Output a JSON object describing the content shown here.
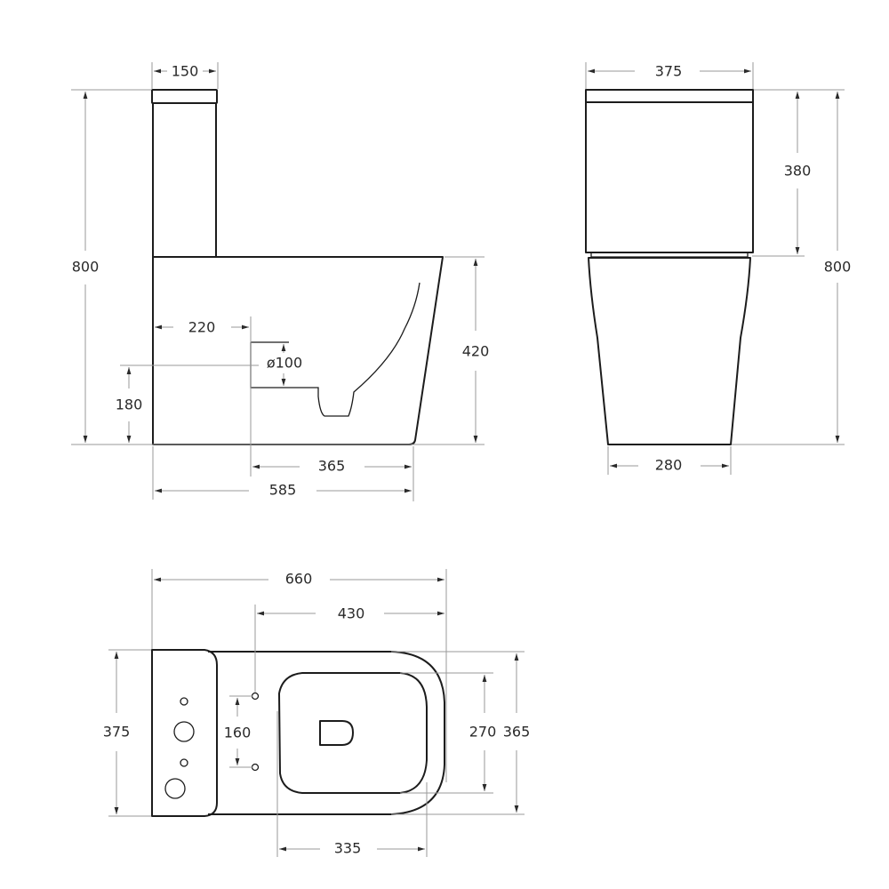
{
  "drawing": {
    "title": "Close-coupled toilet dimensional drawing",
    "units": "mm",
    "views": {
      "side": {
        "dimensions": {
          "tank_depth": "150",
          "total_height": "800",
          "outlet_offset": "220",
          "outlet_diameter": "ø100",
          "outlet_height": "180",
          "bowl_height": "420",
          "outlet_to_front": "365",
          "base_length": "585"
        }
      },
      "front": {
        "dimensions": {
          "tank_width": "375",
          "tank_height": "380",
          "total_height": "800",
          "base_width": "280"
        }
      },
      "top": {
        "dimensions": {
          "total_length": "660",
          "fixing_to_front": "430",
          "tank_width": "375",
          "fixing_spacing": "160",
          "seat_opening_width": "270",
          "bowl_width": "365",
          "seat_opening_length": "335"
        }
      }
    }
  }
}
